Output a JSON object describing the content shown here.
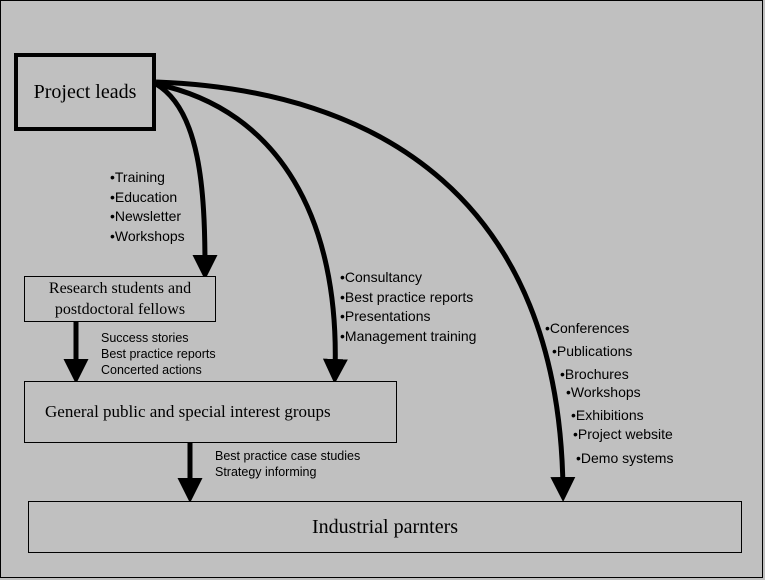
{
  "nodes": {
    "project_leads": "Project leads",
    "research_students": "Research students and postdoctoral fellows",
    "general_public": "General public and special interest groups",
    "industrial_partners": "Industrial parnters"
  },
  "lists": {
    "leads_to_students": [
      "•Training",
      "•Education",
      "•Newsletter",
      "•Workshops"
    ],
    "leads_to_public": [
      "•Consultancy",
      "•Best practice reports",
      "•Presentations",
      "•Management training"
    ],
    "leads_to_industrial": [
      "•Conferences",
      "•Publications",
      "•Brochures",
      "•Workshops",
      "•Exhibitions",
      "•Project website",
      "•Demo systems"
    ],
    "students_to_public": [
      "Success stories",
      "Best practice reports",
      "Concerted actions"
    ],
    "public_to_industrial": [
      "Best practice case studies",
      "Strategy informing"
    ]
  }
}
